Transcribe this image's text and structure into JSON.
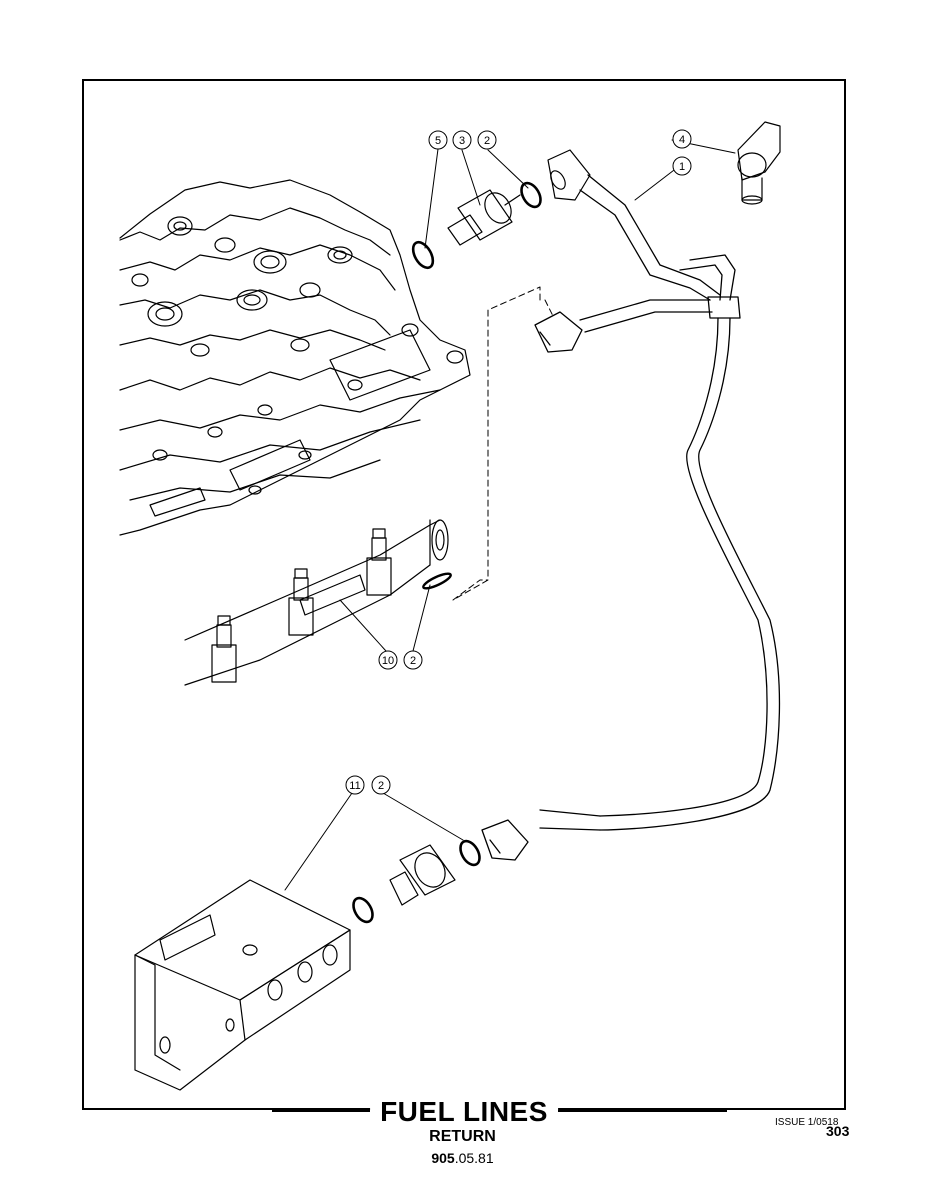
{
  "title": "FUEL LINES",
  "subtitle": "RETURN",
  "code_bold": "905",
  "code_rest": ".05.81",
  "issue": "ISSUE 1/0518",
  "page_number": "303",
  "callouts": {
    "c1": "1",
    "c2a": "2",
    "c3": "3",
    "c4": "4",
    "c5": "5",
    "c10": "10",
    "c2b": "2",
    "c11": "11",
    "c2c": "2"
  }
}
